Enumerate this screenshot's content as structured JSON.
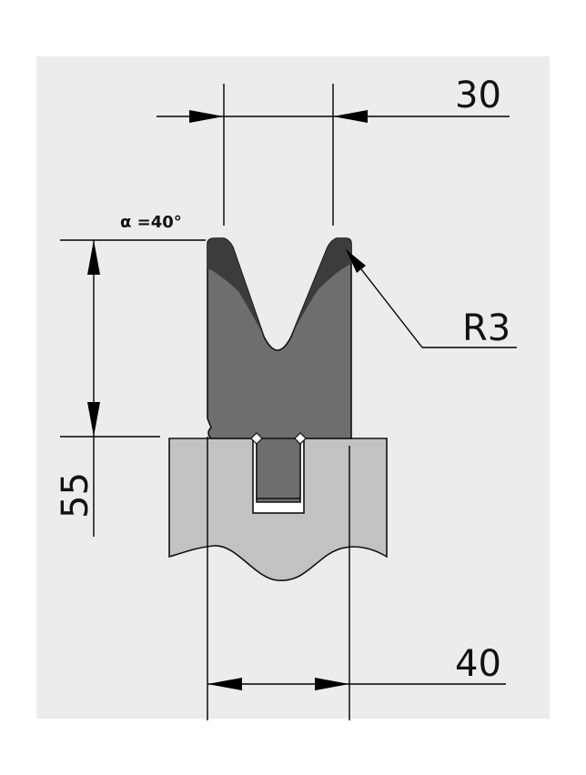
{
  "drawing": {
    "angle_label": "α =40°",
    "width_top_label": "30",
    "height_label": "55",
    "radius_label": "R3",
    "width_bottom_label": "40"
  },
  "colors": {
    "background": "#ffffff",
    "frame_background": "#ececec",
    "die_dark": "#6e6e6e",
    "die_shadow": "#3c3c3c",
    "holder_light": "#c2c2c2",
    "line": "#000000"
  }
}
